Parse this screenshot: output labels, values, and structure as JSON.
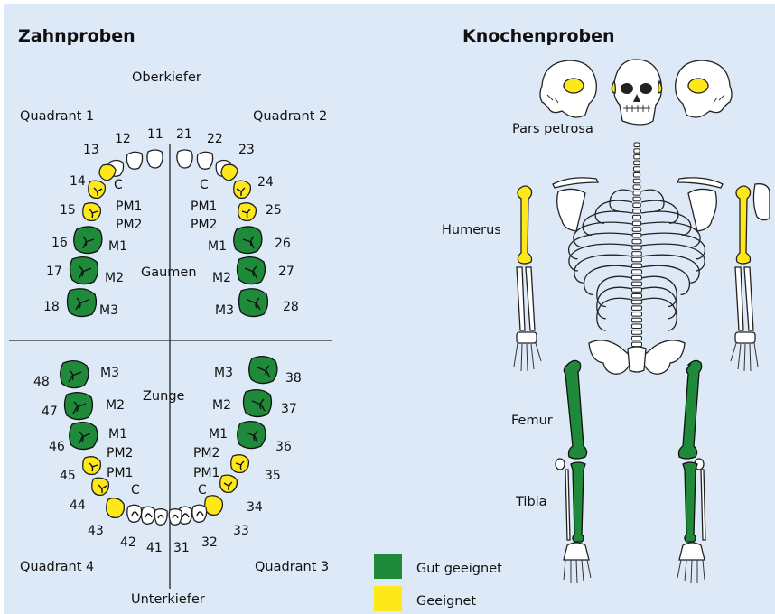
{
  "title_teeth": "Zahnproben",
  "title_bones": "Knochenproben",
  "labels": {
    "upper_jaw": "Oberkiefer",
    "lower_jaw": "Unterkiefer",
    "palate": "Gaumen",
    "tongue": "Zunge",
    "q1": "Quadrant 1",
    "q2": "Quadrant 2",
    "q3": "Quadrant 3",
    "q4": "Quadrant 4"
  },
  "teeth": {
    "q1": [
      "11",
      "12",
      "13",
      "14",
      "15",
      "16",
      "17",
      "18"
    ],
    "q2": [
      "21",
      "22",
      "23",
      "24",
      "25",
      "26",
      "27",
      "28"
    ],
    "q3": [
      "31",
      "32",
      "33",
      "34",
      "35",
      "36",
      "37",
      "38"
    ],
    "q4": [
      "41",
      "42",
      "43",
      "44",
      "45",
      "46",
      "47",
      "48"
    ],
    "types": [
      "C",
      "PM1",
      "PM2",
      "M1",
      "M2",
      "M3"
    ]
  },
  "bones": {
    "skull": "Pars petrosa",
    "humerus": "Humerus",
    "femur": "Femur",
    "tibia": "Tibia"
  },
  "legend": [
    {
      "label": "Gut geeignet",
      "color": "#1f8a39"
    },
    {
      "label": "Geeignet",
      "color": "#ffe81a"
    }
  ],
  "colors": {
    "background": "#dde9f7",
    "good": "#1f8a39",
    "suitable": "#ffe81a",
    "unsuitable": "#ffffff"
  }
}
